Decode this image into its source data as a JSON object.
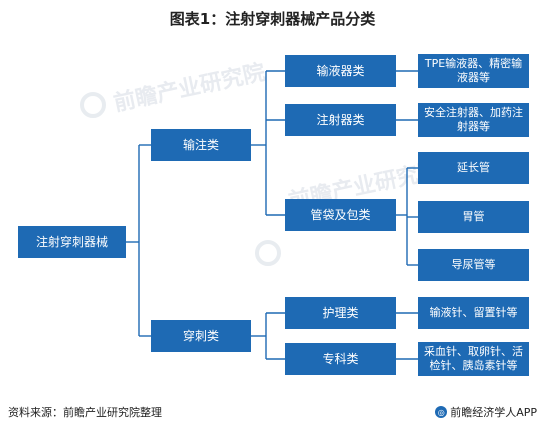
{
  "title": "图表1：注射穿刺器械产品分类",
  "root": "注射穿刺器械",
  "level1": [
    "输注类",
    "穿刺类"
  ],
  "level2": [
    "输液器类",
    "注射器类",
    "管袋及包类",
    "护理类",
    "专科类"
  ],
  "leaves": [
    "TPE输液器、精密输液器等",
    "安全注射器、加药注射器等",
    "延长管",
    "胃管",
    "导尿管等",
    "输液针、留置针等",
    "采血针、取卵针、活检针、胰岛素针等"
  ],
  "watermark": "前瞻产业研究院",
  "footer": {
    "source": "资料来源：前瞻产业研究院整理",
    "brand": "前瞻经济学人APP"
  },
  "colors": {
    "node": "#1e6ab4",
    "line": "#1e6ab4"
  }
}
